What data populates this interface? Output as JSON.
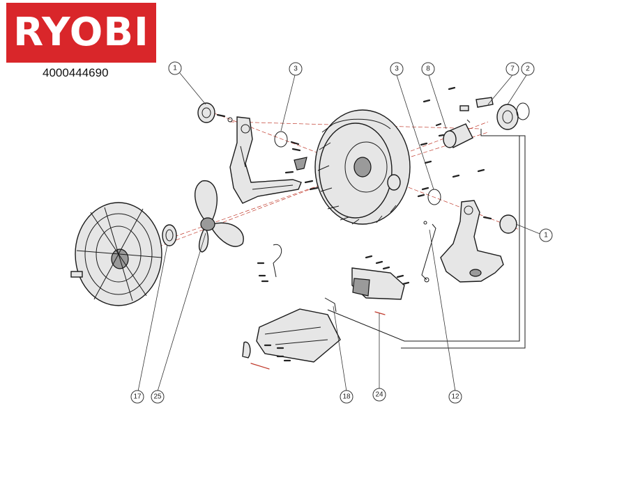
{
  "brand": {
    "logo_text": "RYOBI",
    "color": "#d9262a"
  },
  "part_number": "4000444690",
  "callouts": [
    {
      "id": "c1a",
      "label": "1"
    },
    {
      "id": "c3a",
      "label": "3"
    },
    {
      "id": "c3b",
      "label": "3"
    },
    {
      "id": "c8",
      "label": "8"
    },
    {
      "id": "c7",
      "label": "7"
    },
    {
      "id": "c2",
      "label": "2"
    },
    {
      "id": "c1b",
      "label": "1"
    },
    {
      "id": "c17",
      "label": "17"
    },
    {
      "id": "c25",
      "label": "25"
    },
    {
      "id": "c18",
      "label": "18"
    },
    {
      "id": "c24",
      "label": "24"
    },
    {
      "id": "c12",
      "label": "12"
    }
  ]
}
